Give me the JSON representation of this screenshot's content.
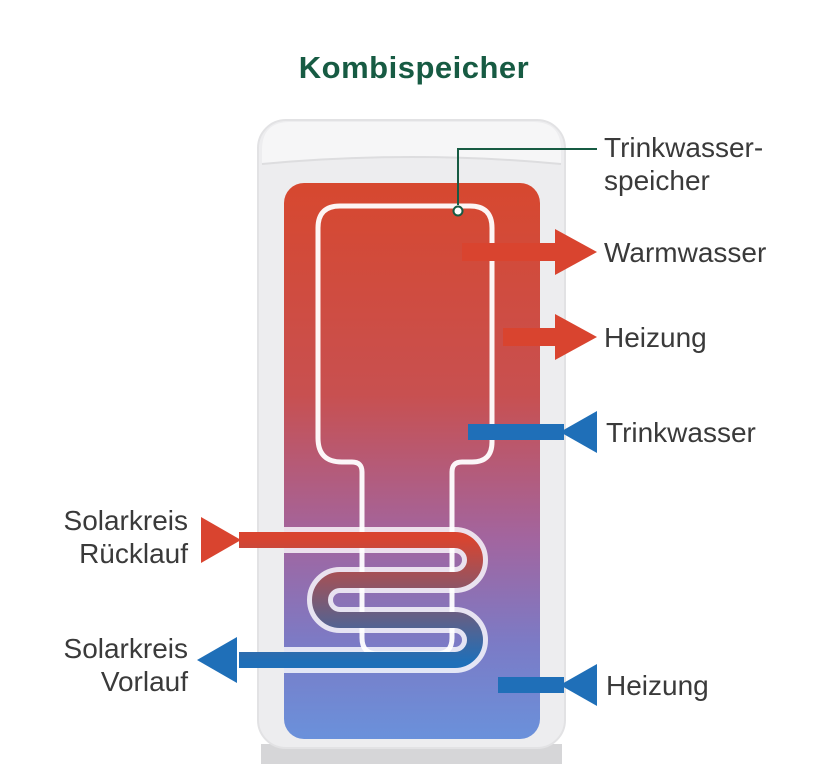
{
  "title": "Kombispeicher",
  "colors": {
    "green": "#175B43",
    "red": "#D9442F",
    "blue": "#1F6FB8",
    "label_text": "#3A3A3A",
    "shell": "#EDEDEF",
    "shell_top": "#F6F6F7",
    "shell_stroke": "#E2E2E4",
    "base": "#D6D6D8",
    "vessel_outline": "#FFFFFF",
    "tank_gradient": {
      "top": "#D7482F",
      "upper_mid": "#C85050",
      "mid": "#A2659F",
      "lower_mid": "#7B7BC6",
      "bottom": "#6A91DB"
    }
  },
  "labels": {
    "inner_vessel": {
      "line1": "Trinkwasser-",
      "line2": "speicher"
    },
    "warmwasser": "Warmwasser",
    "heizung_top": "Heizung",
    "trinkwasser": "Trinkwasser",
    "heizung_bottom": "Heizung",
    "solar_ruecklauf": {
      "line1": "Solarkreis",
      "line2": "Rücklauf"
    },
    "solar_vorlauf": {
      "line1": "Solarkreis",
      "line2": "Vorlauf"
    }
  }
}
